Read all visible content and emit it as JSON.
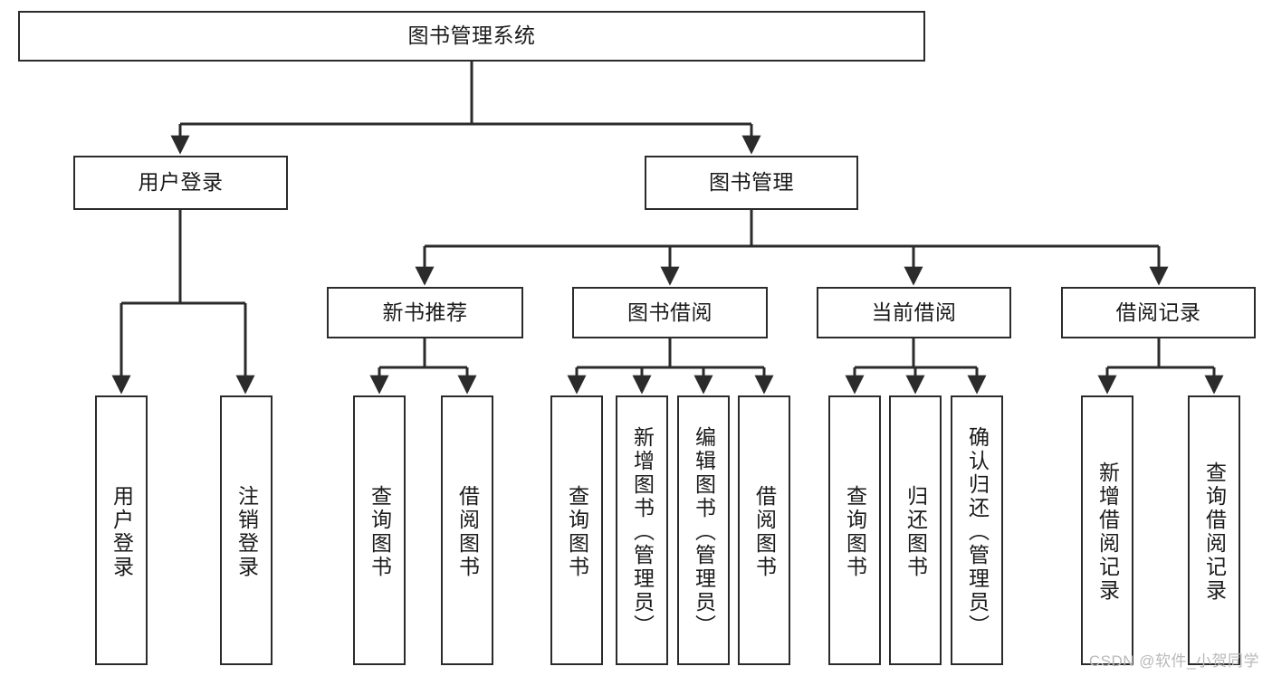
{
  "diagram": {
    "title": "图书管理系统",
    "watermark": "CSDN @软件_小贺同学",
    "stroke_color": "#2b2b2b",
    "text_color": "#1a1a1a",
    "background_color": "#ffffff",
    "nodes": {
      "root": {
        "label": "图书管理系统"
      },
      "level2": [
        {
          "id": "user-login",
          "label": "用户登录"
        },
        {
          "id": "book-management",
          "label": "图书管理"
        }
      ],
      "level3": [
        {
          "id": "new-book-recommend",
          "label": "新书推荐"
        },
        {
          "id": "book-borrow",
          "label": "图书借阅"
        },
        {
          "id": "current-borrow",
          "label": "当前借阅"
        },
        {
          "id": "borrow-record",
          "label": "借阅记录"
        }
      ],
      "leaves": {
        "user_login": [
          {
            "id": "leaf-user-login",
            "label": "用户登录"
          },
          {
            "id": "leaf-logout-login",
            "label": "注销登录"
          }
        ],
        "new_book_recommend": [
          {
            "id": "leaf-query-book-1",
            "label": "查询图书"
          },
          {
            "id": "leaf-borrow-book-1",
            "label": "借阅图书"
          }
        ],
        "book_borrow": [
          {
            "id": "leaf-query-book-2",
            "label": "查询图书"
          },
          {
            "id": "leaf-add-book",
            "label": "新增图书（管理员）"
          },
          {
            "id": "leaf-edit-book",
            "label": "编辑图书（管理员）"
          },
          {
            "id": "leaf-borrow-book-2",
            "label": "借阅图书"
          }
        ],
        "current_borrow": [
          {
            "id": "leaf-query-book-3",
            "label": "查询图书"
          },
          {
            "id": "leaf-return-book",
            "label": "归还图书"
          },
          {
            "id": "leaf-confirm-return",
            "label": "确认归还（管理员）"
          }
        ],
        "borrow_record": [
          {
            "id": "leaf-add-record",
            "label": "新增借阅记录"
          },
          {
            "id": "leaf-query-record",
            "label": "查询借阅记录"
          }
        ]
      }
    }
  }
}
